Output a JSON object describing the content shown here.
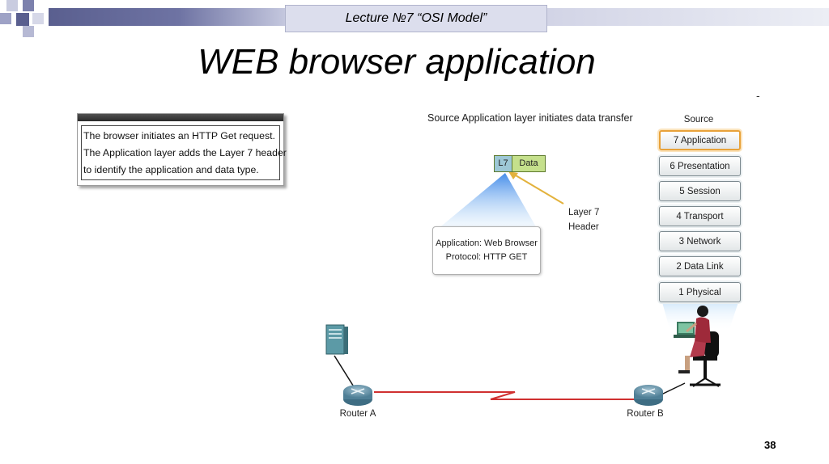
{
  "header": {
    "lecture_label": "Lecture  №7 “OSI Model”"
  },
  "slide": {
    "title": "WEB browser application",
    "page_number": "38"
  },
  "note": {
    "lines": [
      "The browser initiates an HTTP Get request.",
      "The Application layer adds the Layer 7 header",
      "to identify the application and data type."
    ]
  },
  "diagram": {
    "caption": "Source Application layer initiates data transfer",
    "source_label": "Source",
    "pdu": {
      "header": "L7",
      "data": "Data"
    },
    "header_label": {
      "line1": "Layer 7",
      "line2": "Header"
    },
    "app_box": {
      "line1": "Application: Web Browser",
      "line2": "Protocol: HTTP GET"
    },
    "layers": [
      {
        "label": "7 Application",
        "active": true
      },
      {
        "label": "6 Presentation",
        "active": false
      },
      {
        "label": "5 Session",
        "active": false
      },
      {
        "label": "4 Transport",
        "active": false
      },
      {
        "label": "3 Network",
        "active": false
      },
      {
        "label": "2 Data Link",
        "active": false
      },
      {
        "label": "1 Physical",
        "active": false
      }
    ],
    "routers": {
      "a": "Router A",
      "b": "Router B"
    },
    "icons": [
      "server-icon",
      "router-icon",
      "user-at-computer-icon"
    ],
    "colors": {
      "active_layer": "#e8a23a",
      "wan_link": "#d03030",
      "layer7_arrow": "#e3b23c",
      "pdu_header": "#9dc8d6",
      "pdu_data": "#c5e08c",
      "header_band": "#5a5f8f"
    }
  }
}
